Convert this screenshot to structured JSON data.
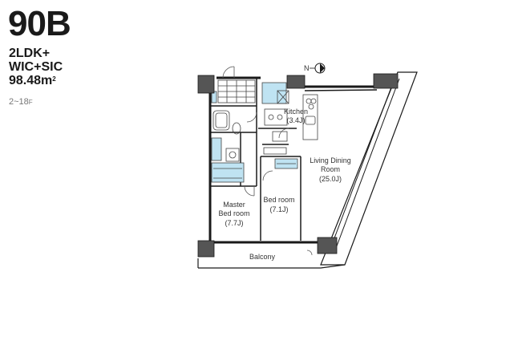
{
  "header": {
    "plan_code": "90B",
    "layout_type": "2LDK+",
    "storage": "WIC+SIC",
    "area_value": "98.48m",
    "area_unit_sup": "2",
    "floors_range": "2~18",
    "floors_suffix": "F"
  },
  "rooms": {
    "kitchen_name": "Kitchen",
    "kitchen_size": "(3.4J)",
    "living_name_1": "Living Dining",
    "living_name_2": "Room",
    "living_size": "(25.0J)",
    "bedroom_name": "Bed room",
    "bedroom_size": "(7.1J)",
    "master_name_1": "Master",
    "master_name_2": "Bed room",
    "master_size": "(7.7J)",
    "balcony_name": "Balcony"
  },
  "compass": {
    "label": "N"
  },
  "colors": {
    "wet_area": "#bfe3f2",
    "wall": "#1a1a1a",
    "column": "#555555"
  }
}
